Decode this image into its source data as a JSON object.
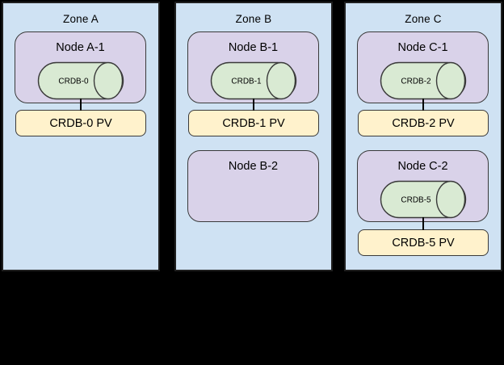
{
  "canvas": {
    "background_color": "#000000"
  },
  "palette": {
    "zone_fill": "#cfe2f3",
    "zone_border": "#1f1f1f",
    "node_fill": "#d9d2e9",
    "node_border": "#3a3a3a",
    "cylinder_fill": "#d9ead3",
    "cylinder_border": "#3a3a3a",
    "pv_fill": "#fff2cc",
    "pv_border": "#3a3a3a",
    "connector_color": "#000000",
    "text_color": "#000000"
  },
  "zones": [
    {
      "label": "Zone A",
      "nodes": [
        {
          "label": "Node A-1",
          "cylinder_label": "CRDB-0",
          "pv_label": "CRDB-0 PV"
        }
      ]
    },
    {
      "label": "Zone B",
      "nodes": [
        {
          "label": "Node B-1",
          "cylinder_label": "CRDB-1",
          "pv_label": "CRDB-1 PV"
        },
        {
          "label": "Node B-2"
        }
      ]
    },
    {
      "label": "Zone C",
      "nodes": [
        {
          "label": "Node C-1",
          "cylinder_label": "CRDB-2",
          "pv_label": "CRDB-2 PV"
        },
        {
          "label": "Node C-2",
          "cylinder_label": "CRDB-5",
          "pv_label": "CRDB-5 PV"
        }
      ]
    }
  ]
}
